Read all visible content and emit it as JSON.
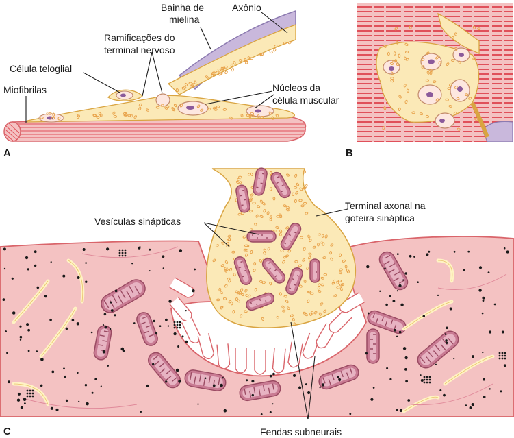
{
  "panels": {
    "a": "A",
    "b": "B",
    "c": "C"
  },
  "labels": {
    "bainha_line1": "Bainha de",
    "bainha_line2": "mielina",
    "axonio": "Axônio",
    "ramificacoes_line1": "Ramificações do",
    "ramificacoes_line2": "terminal nervoso",
    "celula_teloglial": "Célula teloglial",
    "miofibrilas": "Miofibrilas",
    "nucleos_line1": "Núcleos da",
    "nucleos_line2": "célula muscular",
    "vesiculas": "Vesículas sinápticas",
    "terminal_line1": "Terminal axonal na",
    "terminal_line2": "goteira sináptica",
    "fendas": "Fendas subneurais"
  },
  "colors": {
    "muscle": "#f4c2c2",
    "muscle_stroke": "#d9646a",
    "stripe": "#e0505a",
    "nerve": "#fbe9b7",
    "nerve_stroke": "#d9a441",
    "vesicle": "#e8a24a",
    "myelin": "#c9b8dc",
    "myelin_stroke": "#8c7ab0",
    "nucleus": "#8b5a9b",
    "mito_fill": "#c97b93",
    "mito_stroke": "#9a4a62",
    "collagen": "#fff3c4"
  }
}
